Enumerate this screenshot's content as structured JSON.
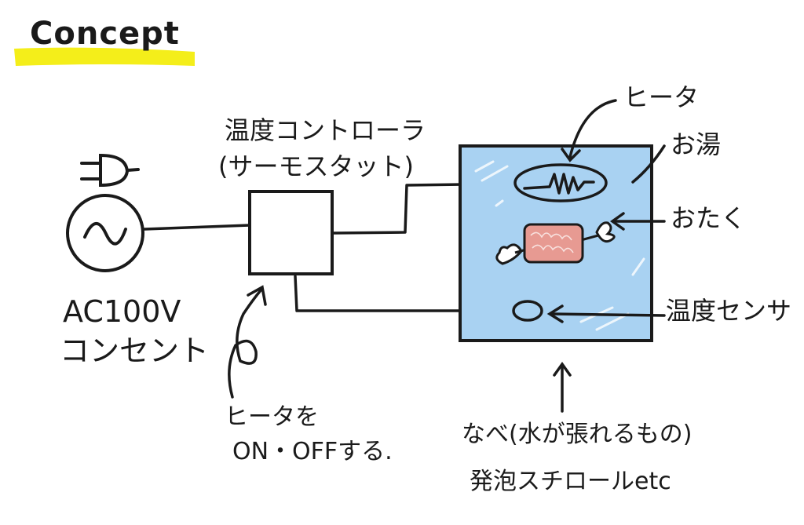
{
  "title": "Concept",
  "colors": {
    "highlight": "#f4ee1a",
    "water": "#a9d2f2",
    "meat": "#e79a92",
    "ink": "#1a1a1a"
  },
  "labels": {
    "thermostat_line1": "温度コントローラ",
    "thermostat_line2": "(サーモスタット)",
    "outlet_line1": "AC100V",
    "outlet_line2": "コンセント",
    "switch_line1": "ヒータを",
    "switch_line2": "ON・OFFする.",
    "heater": "ヒータ",
    "hot_water": "お湯",
    "otaku": "おたく",
    "sensor": "温度センサ",
    "pot_line1": "なべ(水が張れるもの)",
    "pot_line2": "発泡スチロールetc"
  },
  "icons": {
    "plug": "plug-icon",
    "ac_source": "ac-source-icon",
    "heater_coil": "heater-coil-icon",
    "meat": "meat-icon",
    "sensor": "sensor-icon"
  }
}
